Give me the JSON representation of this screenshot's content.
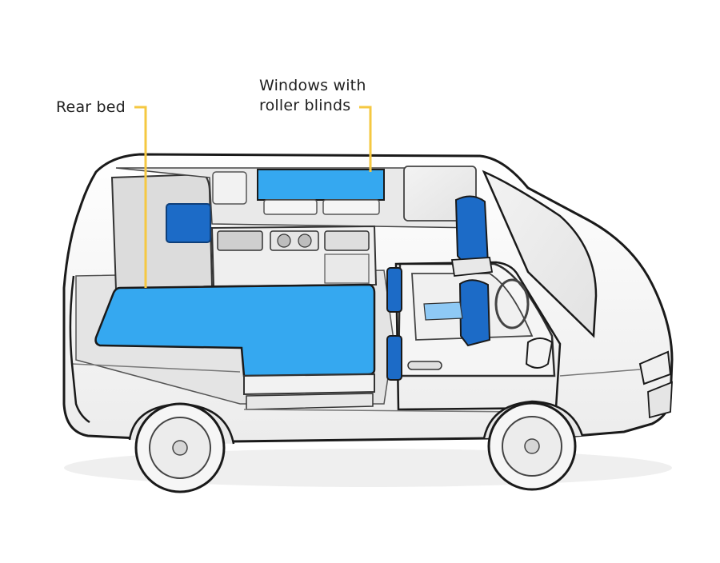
{
  "callouts": {
    "rear_bed": {
      "label": "Rear bed"
    },
    "windows": {
      "label_line1": "Windows with",
      "label_line2": "roller blinds"
    }
  },
  "colors": {
    "accent_blue": "#35a8f0",
    "dark_blue": "#1c6bc7",
    "leader_yellow": "#f5c842",
    "outline": "#1a1a1a",
    "body_white": "#f7f7f7",
    "interior_grey": "#d9d9d9"
  },
  "icons": [
    "campervan-illustration",
    "rear-bed",
    "roller-blind-window",
    "kitchen-unit",
    "hob",
    "sink",
    "driver-seat",
    "front-wheel",
    "rear-wheel"
  ]
}
